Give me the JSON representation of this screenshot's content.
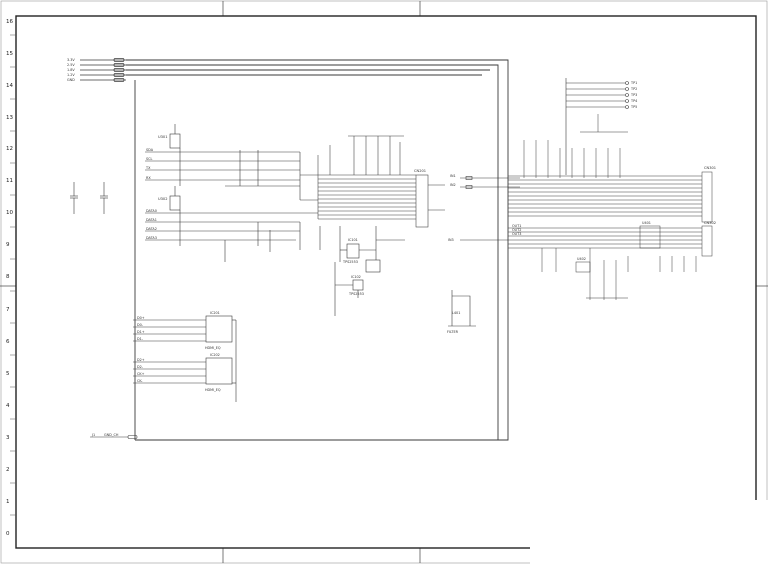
{
  "sheet": {
    "row_labels": [
      "16",
      "15",
      "14",
      "13",
      "12",
      "11",
      "10",
      "9",
      "8",
      "7",
      "6",
      "5",
      "4",
      "3",
      "2",
      "1",
      "0"
    ]
  },
  "inputs_top_left": [
    "3.3V",
    "2.5V",
    "1.8V",
    "1.2V",
    "GND"
  ],
  "modules": {
    "q_upper": "U301",
    "q_lower": "U302",
    "cn_main": "CN201",
    "cn_right_a": "CN301",
    "cn_right_b": "CN302",
    "ic_mid": "IC101",
    "ic_mid_b": "IC102",
    "ic_lower_a": "IC201",
    "ic_lower_b": "IC202",
    "ic_lower_a_part": "HDMI_EQ",
    "ic_lower_b_part": "HDMI_EQ",
    "mid_part_a": "TPS2553",
    "mid_part_b": "TPS2553",
    "right_block_ic": "U401",
    "right_ic_small": "U402",
    "lower_mid_box": "L401",
    "lower_mid_box_label": "FILTER",
    "bottom_connector": "J1",
    "bottom_net": "GND_CH"
  },
  "nets_left_upper": [
    "SDA",
    "SCL",
    "TX",
    "RX"
  ],
  "nets_left_lower": [
    "DATA0",
    "DATA1",
    "DATA2",
    "DATA3"
  ],
  "nets_bottom_box_a": [
    "D0+",
    "D0-",
    "D1+",
    "D1-"
  ],
  "nets_bottom_box_b": [
    "D2+",
    "D2-",
    "CK+",
    "CK-"
  ],
  "tp_top_right": [
    "TP1",
    "TP2",
    "TP3",
    "TP4",
    "TP5"
  ],
  "nets_mid_right": [
    "IN1",
    "IN2",
    "IN3"
  ],
  "nets_right_b": [
    "OUT1",
    "OUT2",
    "OUT3"
  ],
  "colors": {
    "line": "#3a3a3a",
    "frame": "#222222",
    "paper": "#ffffff"
  }
}
